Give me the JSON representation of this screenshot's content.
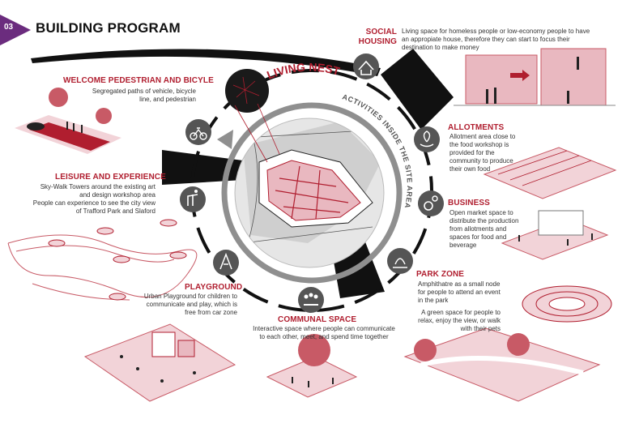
{
  "header": {
    "number": "03",
    "title": "BUILDING PROGRAM"
  },
  "ring": {
    "outer_label": "LIVING NEST",
    "inner_label": "ACTIVITIES INSIDE THE SITE AREA"
  },
  "sections": {
    "social_housing": {
      "title_line1": "SOCIAL",
      "title_line2": "HOUSING",
      "desc": [
        "Living space for homeless people or low-economy people to have",
        "an appropiate house, therefore they can start to focus their",
        "destination to make money"
      ]
    },
    "welcome": {
      "title": "WELCOME PEDESTRIAN AND BICYLE",
      "desc": [
        "Segregated paths of vehicle, bicycle",
        "line, and pedestrian"
      ]
    },
    "allotments": {
      "title": "ALLOTMENTS",
      "desc": [
        "Allotment area close to",
        "the food workshop is",
        "provided for the",
        "community to produce",
        "their own food"
      ]
    },
    "leisure": {
      "title": "LEISURE AND EXPERIENCE",
      "desc": [
        "Sky-Walk Towers around the existing art",
        "and design workshop area",
        "People can experience to see the city view",
        "of Trafford Park and Slaford"
      ]
    },
    "business": {
      "title": "BUSINESS",
      "desc": [
        "Open market space to",
        "distribute the production",
        "from allotments and",
        "spaces for food and",
        "beverage"
      ]
    },
    "park_zone": {
      "title": "PARK ZONE",
      "desc1": [
        "Amphithatre as a small node",
        "for people to attend an event",
        "in the park"
      ],
      "desc2": [
        "A green space for people to",
        "relax, enjoy the view, or walk",
        "with  their pets"
      ]
    },
    "playground": {
      "title": "PLAYGROUND",
      "desc": [
        "Urban Playground for children to",
        "communicate and play, which is",
        "free from car zone"
      ]
    },
    "communal": {
      "title": "COMMUNAL SPACE",
      "desc": [
        "Interactive space where people can communicate",
        "to each other, meet, and spend time together"
      ]
    }
  },
  "icons": [
    "housing-icon",
    "bicycle-icon",
    "allotment-icon",
    "business-icon",
    "leisure-icon",
    "park-icon",
    "playground-icon",
    "communal-icon"
  ],
  "colors": {
    "accent_red": "#b01e2f",
    "badge_purple": "#6b2c7e",
    "pink_fill": "#f2d3d8",
    "dark": "#1a1a1a",
    "gray": "#9a9a9a"
  }
}
